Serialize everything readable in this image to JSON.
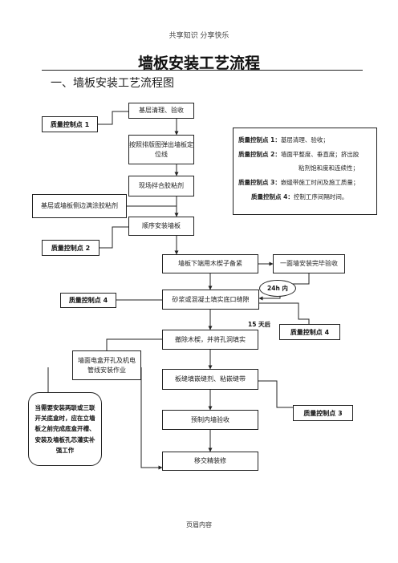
{
  "header": {
    "text": "共享知识    分享快乐"
  },
  "title": "墙板安装工艺流程",
  "subtitle": "一、墙板安装工艺流程图",
  "steps": {
    "s1": "基层清理、验收",
    "s2": "按照排版图弹出墙板定位线",
    "s3": "现场拌合胶粘剂",
    "s4": "顺序安装墙板",
    "s5": "墙板下端用木楔子备紧",
    "s6": "砂浆或混凝土填实底口缝隙",
    "s7": "撤除木楔，并将孔洞填实",
    "s8": "板缝填嵌缝剂、粘嵌缝带",
    "s9": "预制内墙验收",
    "s10": "移交精装修"
  },
  "side_boxes": {
    "glue": "基层或墙板侧边满涂胶粘剂",
    "one_wall": "一面墙安装完毕验收",
    "electrical": "墙面电盒开孔及机电管线安装作业"
  },
  "quality_points": {
    "qc1": "质量控制点 1",
    "qc2": "质量控制点 2",
    "qc4_left": "质量控制点 4",
    "qc4_right": "质量控制点 4",
    "qc3": "质量控制点 3"
  },
  "legend": [
    {
      "label": "质量控制点 1：",
      "text": "基层清理、验收；"
    },
    {
      "label": "质量控制点 2：",
      "text": "墙面平整度、垂直度；挤出胶"
    },
    {
      "label": "",
      "text": "粘剂饱和度和连续性；"
    },
    {
      "label": "质量控制点 3：",
      "text": "嵌缝带施工时间及施工质量；"
    },
    {
      "label": "质量控制点 4：",
      "text": "控制工序间隔时间。"
    }
  ],
  "timing": {
    "t24": "24h 内",
    "t15": "15 天后"
  },
  "note": "当需要安装两联或三联开关底盒时，应在立墙板之前完成底盒开槽、安装及墙板孔芯灌实补强工作",
  "footer": "页眉内容"
}
